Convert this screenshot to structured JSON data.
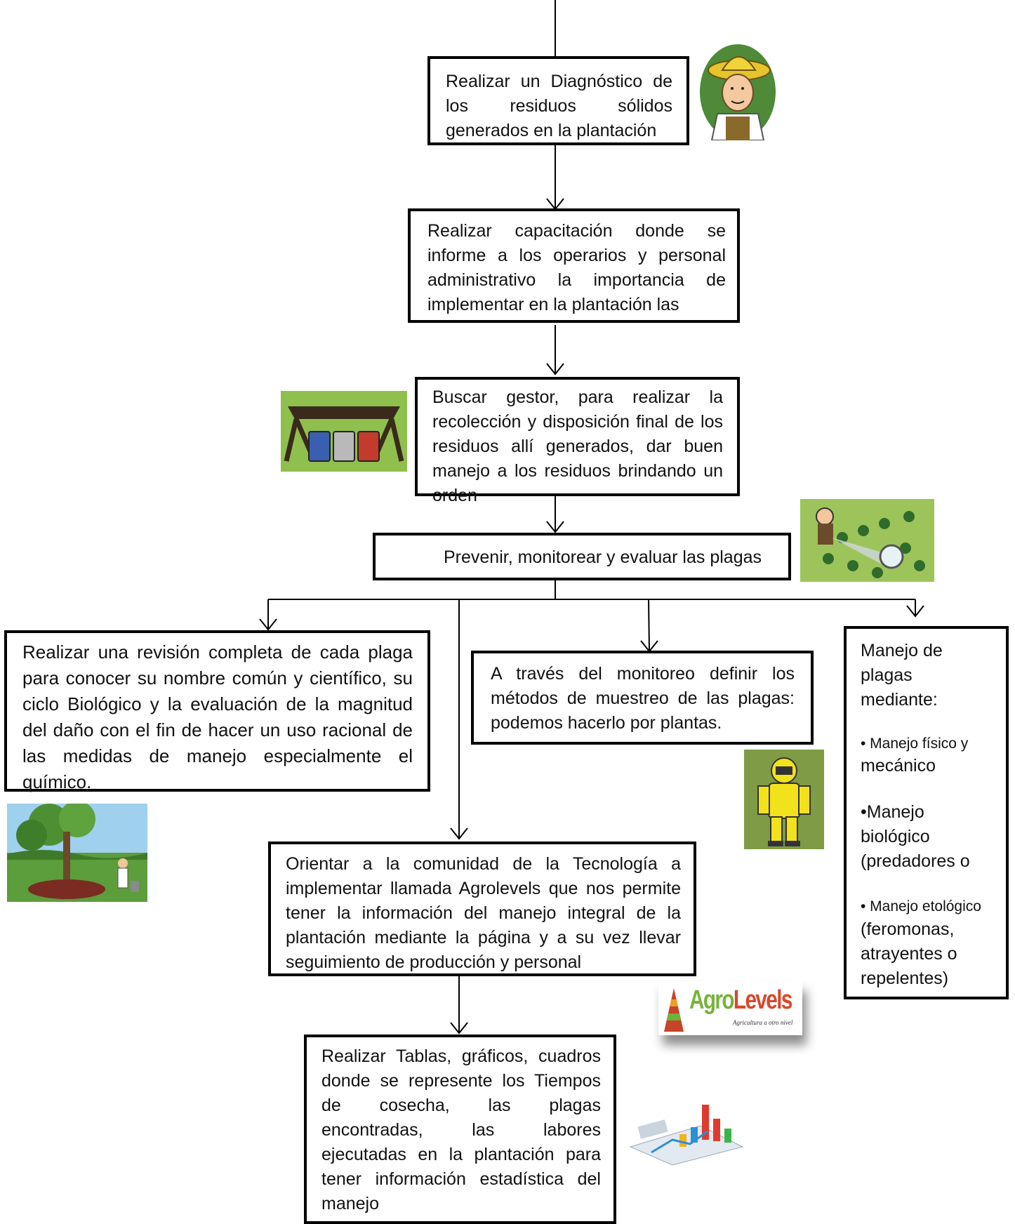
{
  "boxes": {
    "diagnostico": "Realizar un Diagnóstico de los residuos sólidos generados en la plantación",
    "capacitacion": "Realizar capacitación donde se informe a los operarios y personal administrativo la importancia de implementar en  la plantación las",
    "gestor": "Buscar gestor, para realizar la recolección y disposición final de los residuos allí generados, dar buen manejo a los residuos brindando un orden",
    "prevenir": "Prevenir, monitorear y evaluar las plagas",
    "revision": "Realizar una revisión completa de cada plaga para conocer su nombre común y científico, su ciclo Biológico y la evaluación de la magnitud del daño con el fin de hacer un uso racional de las medidas de manejo especialmente el químico.",
    "monitoreo": "A través del monitoreo definir los métodos de muestreo de las plagas: podemos hacerlo por plantas.",
    "orientar": "Orientar a la comunidad de la Tecnología a implementar llamada Agrolevels que nos permite tener la información del manejo integral de la plantación mediante la página y a su vez llevar seguimiento de producción y personal",
    "tablas": "Realizar Tablas, gráficos, cuadros donde se represente los Tiempos de cosecha, las plagas encontradas, las labores ejecutadas en la plantación para tener información estadística del manejo"
  },
  "manejo": {
    "title": "Manejo de plagas mediante:",
    "item1_bullet": "• Manejo físico y",
    "item1_rest": "mecánico",
    "item2": "•Manejo biológico (predadores o",
    "item3_bullet": "• Manejo etológico",
    "item3_rest": "(feromonas, atrayentes o repelentes)"
  },
  "logo": {
    "agro": "Agro",
    "levels": "Levels",
    "tagline": "Agricultura a otro nivel"
  },
  "icons": [
    "farmer-icon",
    "trash-bins-icon",
    "farmer-magnifier-icon",
    "protective-suit-icon",
    "tree-planting-icon",
    "agrolevels-logo",
    "charts-icon"
  ]
}
